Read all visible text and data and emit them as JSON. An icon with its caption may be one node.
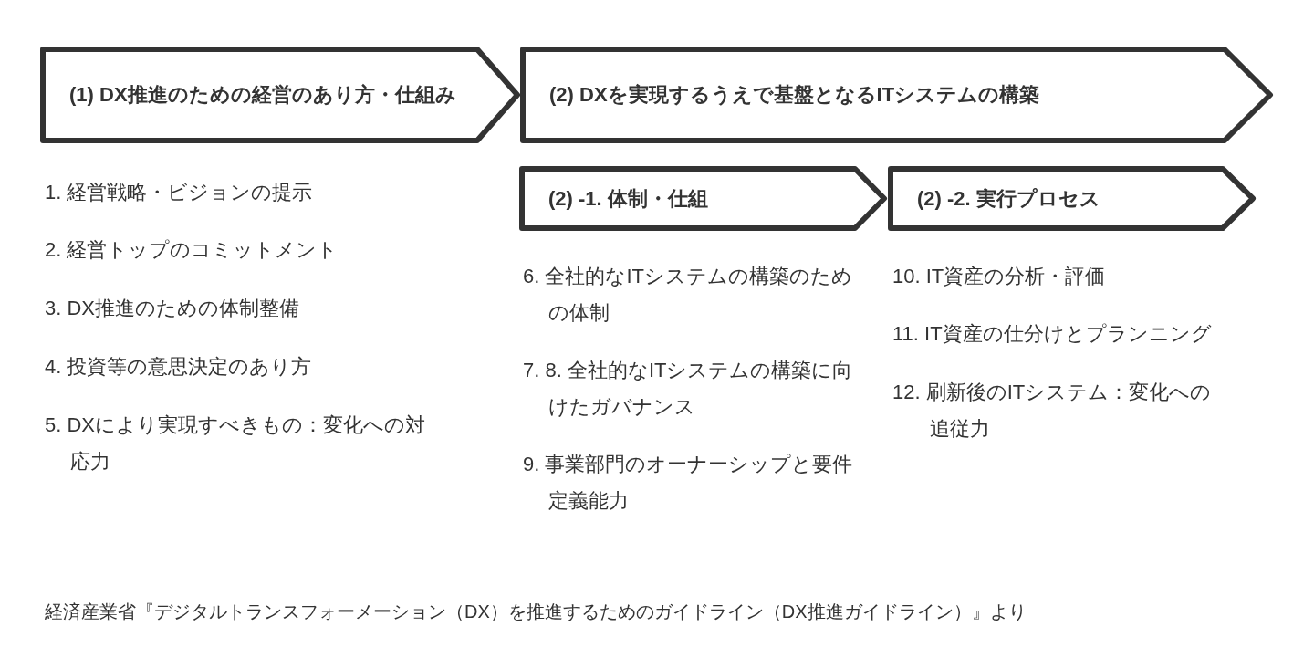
{
  "diagram": {
    "caption": "経済産業省『デジタルトランスフォーメーション（DX）を推進するためのガイドライン（DX推進ガイドライン）』より",
    "nodes": [
      {
        "text": [
          "(1) DX推進のための経営のあり方・仕組み"
        ]
      },
      {
        "text": [
          "(2) DXを実現するうえで基盤となるITシステムの構築"
        ]
      },
      {
        "text": [
          "(2) -1. 体制・仕組"
        ]
      },
      {
        "text": [
          "(2) -2. 実行プロセス"
        ]
      }
    ],
    "labels": [
      "1. 経営戦略・ビジョンの提示",
      "2. 経営トップのコミットメント",
      "3. DX推進のための体制整備",
      "4. 投資等の意思決定のあり方",
      "5. DXにより実現すべきもの：変化への対応力",
      "6. 全社的なITシステムの構築のための体制",
      "7. 8. 全社的なITシステムの構築に向けたガバナンス",
      "9. 事業部門のオーナーシップと要件定義能力",
      "10. IT資産の分析・評価",
      "11. IT資産の仕分けとプランニング",
      "12. 刷新後のITシステム：変化への追従力"
    ]
  }
}
